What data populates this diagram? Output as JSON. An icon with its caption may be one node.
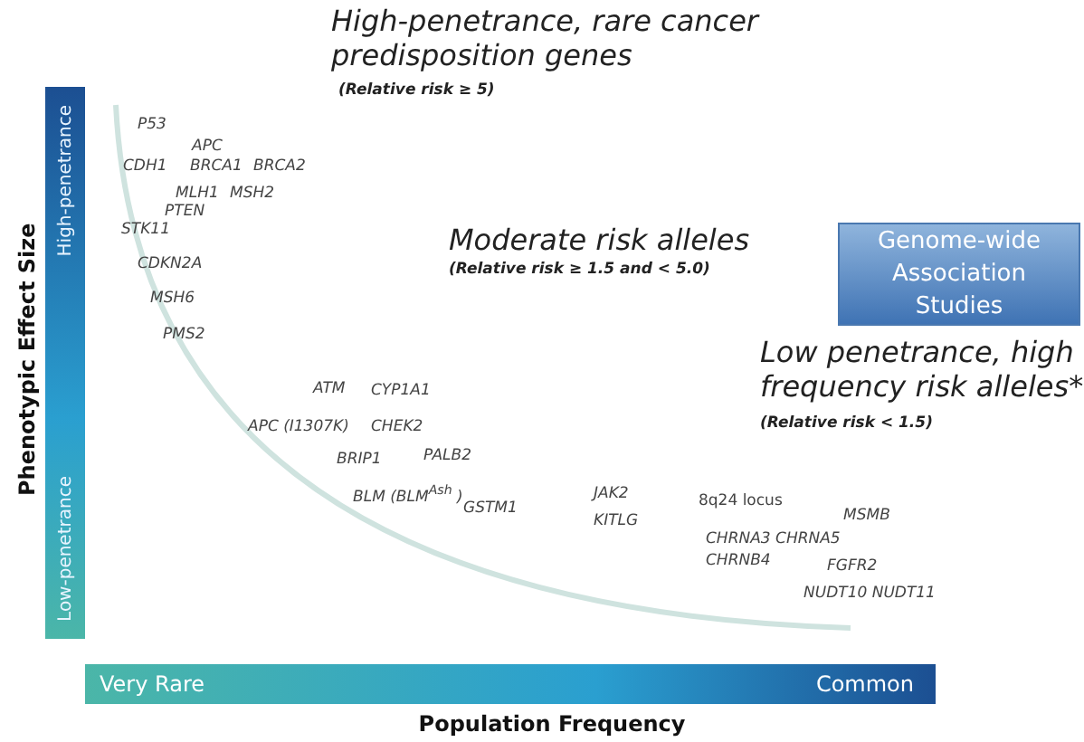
{
  "diagram": {
    "nodes": [
      {
        "text": [
          "Genome-wide Association Studies"
        ]
      },
      {
        "text": [
          "High-penetrance",
          "Low-penetrance"
        ]
      },
      {
        "text": [
          "Very Rare",
          "Common"
        ]
      }
    ],
    "labels": [
      "High-penetrance,  rare cancer predisposition genes",
      "(Relative risk ≥ 5)",
      "P53",
      "APC",
      "CDH1",
      "BRCA1",
      "BRCA2",
      "MLH1",
      "MSH2",
      "PTEN",
      "STK11",
      "Moderate risk alleles",
      "(Relative risk  ≥  1.5 and < 5.0)",
      "CDKN2A",
      "MSH6",
      "PMS2",
      "Low penetrance, high frequency risk alleles*",
      "(Relative risk < 1.5)",
      "ATM",
      "CYP1A1",
      "APC (I1307K)",
      "CHEK2",
      "BRIP1",
      "PALB2",
      "BLM (BLM$^{Ash}$ )",
      "GSTM1",
      "JAK2",
      "8q24 locus",
      "KITLG",
      "MSMB",
      "CHRNA3 CHRNA5",
      "CHRNB4",
      "FGFR2",
      "NUDT10 NUDT11",
      "Phenotypic Effect Size",
      "Population Frequency"
    ]
  }
}
